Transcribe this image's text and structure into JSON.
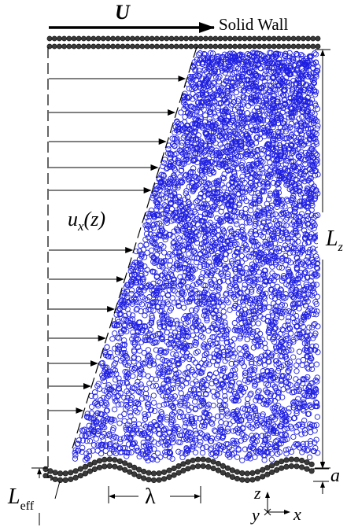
{
  "labels": {
    "U": "U",
    "solid_wall": "Solid Wall",
    "ux": "u",
    "ux_sub": "x",
    "ux_arg": "(z)",
    "Lz": "L",
    "Lz_sub": "z",
    "Leff": "L",
    "Leff_sub": "eff",
    "lambda": "λ",
    "a": "a",
    "axis_z": "z",
    "axis_y": "y",
    "axis_x": "x"
  },
  "colors": {
    "particles": "#1f1fe0",
    "wall_atoms": "#3a3a3a",
    "ink": "#000000"
  }
}
